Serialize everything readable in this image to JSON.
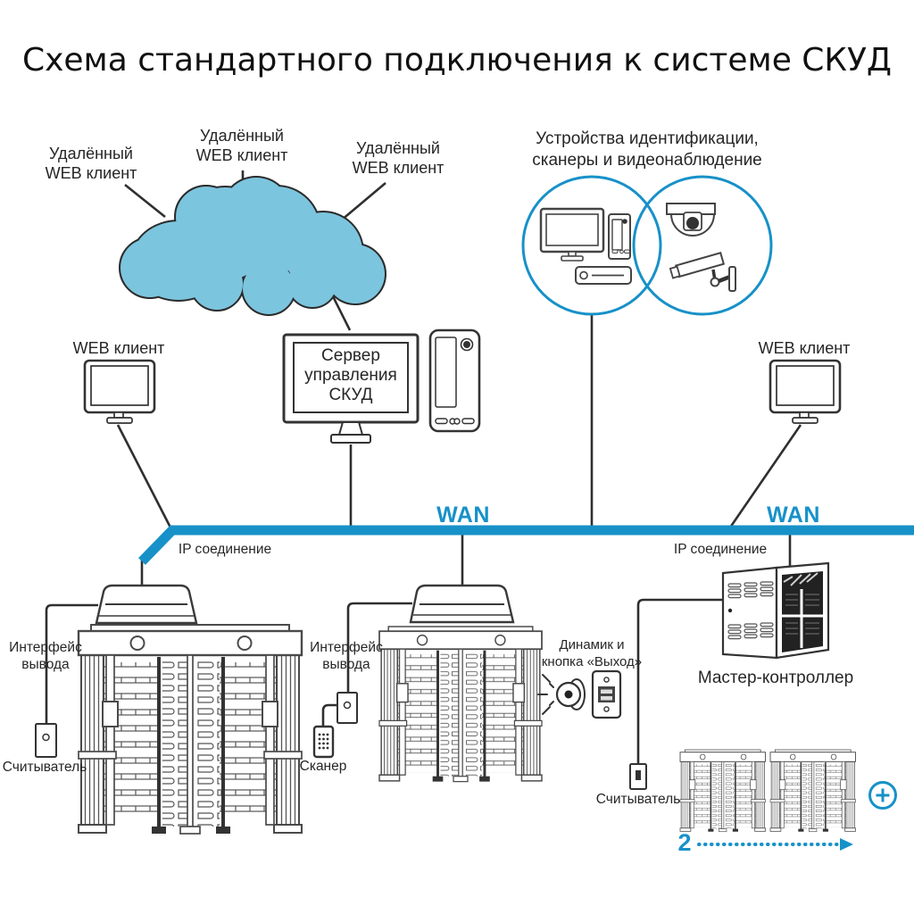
{
  "title": "Схема стандартного подключения к системе СКУД",
  "colors": {
    "accent_blue": "#1791c8",
    "cloud_fill": "#7cc5de",
    "line_dark": "#3a3a3a"
  },
  "cloud": {
    "remote_client_1": {
      "line1": "Удалённый",
      "line2": "WEB клиент"
    },
    "remote_client_2": {
      "line1": "Удалённый",
      "line2": "WEB клиент"
    },
    "remote_client_3": {
      "line1": "Удалённый",
      "line2": "WEB клиент"
    }
  },
  "id_devices": {
    "line1": "Устройства идентификации,",
    "line2": "сканеры и видеонаблюдение"
  },
  "web_client_left": "WEB клиент",
  "web_client_right": "WEB клиент",
  "server": {
    "line1": "Сервер",
    "line2": "управления",
    "line3": "СКУД"
  },
  "network": {
    "wan_left": "WAN",
    "wan_right": "WAN",
    "ip_left": "IP соединение",
    "ip_right": "IP соединение"
  },
  "turnstile_left": {
    "output_interface": {
      "line1": "Интерфейс",
      "line2": "вывода"
    },
    "reader": "Считыватель"
  },
  "turnstile_middle": {
    "output_interface": {
      "line1": "Интерфейс",
      "line2": "вывода"
    },
    "scanner": "Сканер"
  },
  "speaker_exit": {
    "line1": "Динамик и",
    "line2": "кнопка «Выход»"
  },
  "master_controller": {
    "label": "Мастер-контроллер",
    "reader": "Считыватель",
    "turnstile_count": "2"
  }
}
